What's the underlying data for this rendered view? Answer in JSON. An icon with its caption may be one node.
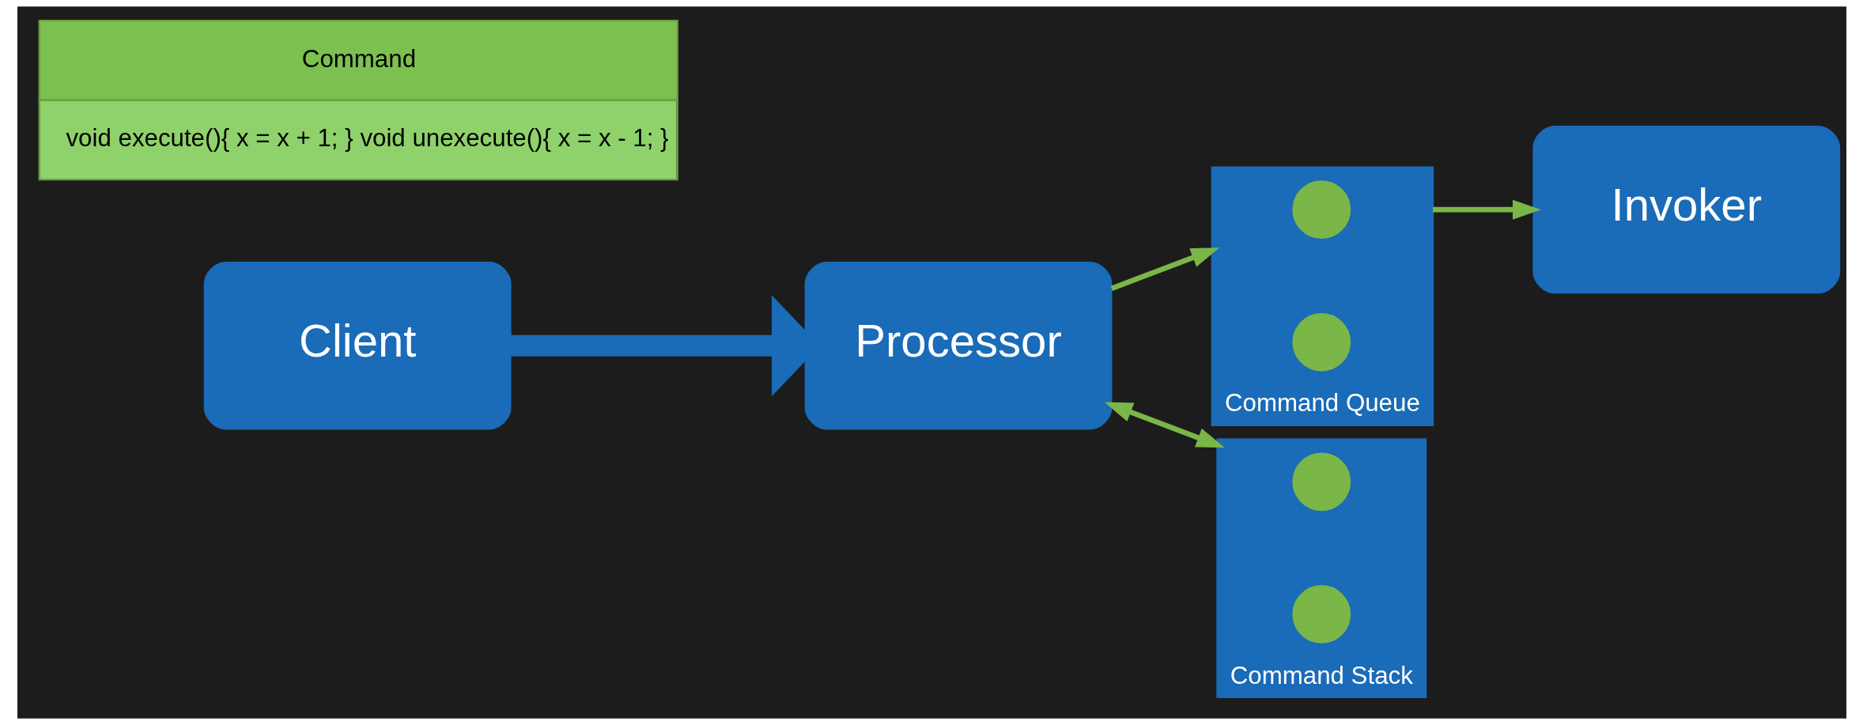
{
  "diagram": {
    "nodes": [
      {
        "text": [
          "Client"
        ]
      },
      {
        "text": [
          "Command",
          "void execute(){ x = x + 1; } void unexecute(){ x = x - 1; }"
        ]
      },
      {
        "text": [
          "Processor"
        ]
      },
      {
        "text": [
          "Command Queue"
        ]
      },
      {
        "text": [],
        "shape": "circle",
        "in": 3
      },
      {
        "text": [],
        "shape": "circle",
        "in": 3
      },
      {
        "text": [
          "Invoker"
        ]
      },
      {
        "text": [
          "Command Stack"
        ]
      },
      {
        "text": [],
        "shape": "circle",
        "in": 7
      },
      {
        "text": [],
        "shape": "circle",
        "in": 7
      }
    ],
    "edges": [
      {
        "from": 0,
        "to": 2,
        "arrow": "to",
        "style": "thick",
        "color": "#1a6bb8"
      },
      {
        "from": 2,
        "to": 3,
        "arrow": "to"
      },
      {
        "from": 3,
        "to": 6,
        "arrow": "to"
      },
      {
        "from": 2,
        "to": 7,
        "arrow": "both"
      }
    ]
  }
}
